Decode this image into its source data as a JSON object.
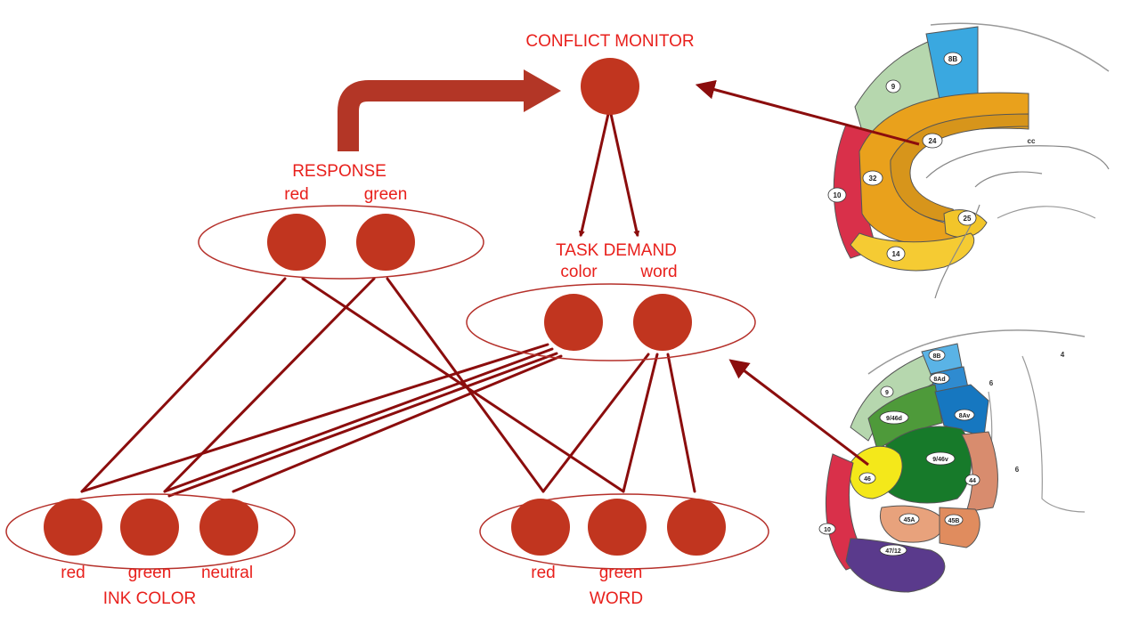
{
  "colors": {
    "node_fill": "#c1351f",
    "edge": "#8b0d0d",
    "label": "#e8201c",
    "ellipse_stroke": "#b5302a",
    "feedback_arrow": "#b33626"
  },
  "conflict_monitor": {
    "title": "CONFLICT MONITOR"
  },
  "response": {
    "title": "RESPONSE",
    "unit_labels": [
      "red",
      "green"
    ]
  },
  "task_demand": {
    "title": "TASK DEMAND",
    "unit_labels": [
      "color",
      "word"
    ]
  },
  "ink_color": {
    "title": "INK COLOR",
    "unit_labels": [
      "red",
      "green",
      "neutral"
    ]
  },
  "word": {
    "title": "WORD",
    "unit_labels": [
      "red",
      "green"
    ]
  },
  "brain_medial": {
    "area_labels": [
      "8B",
      "9",
      "24",
      "cc",
      "32",
      "10",
      "25",
      "14"
    ],
    "colors": {
      "area8B": "#3aa8e0",
      "area9": "#b6d7ae",
      "area24": "#e7a322",
      "area32": "#e9a11c",
      "area25": "#f2c52a",
      "area14": "#f5cb33",
      "area10": "#d9304a"
    }
  },
  "brain_lateral": {
    "area_labels": [
      "4",
      "8B",
      "8Ad",
      "6",
      "9",
      "9/46d",
      "8Av",
      "9/46v",
      "46",
      "44",
      "6",
      "45A",
      "45B",
      "10",
      "47/12"
    ],
    "colors": {
      "area8B": "#5ab3e6",
      "area8Ad": "#2f8bd0",
      "area8Av": "#1677c0",
      "area9": "#b6d7ae",
      "area9_46d": "#4e9a3a",
      "area9_46v": "#177a2a",
      "area46": "#f4e81a",
      "area44": "#d88c6e",
      "area45A": "#e8a27c",
      "area45B": "#e08c5e",
      "area47_12": "#5a3a8c",
      "area10": "#d9304a"
    }
  }
}
